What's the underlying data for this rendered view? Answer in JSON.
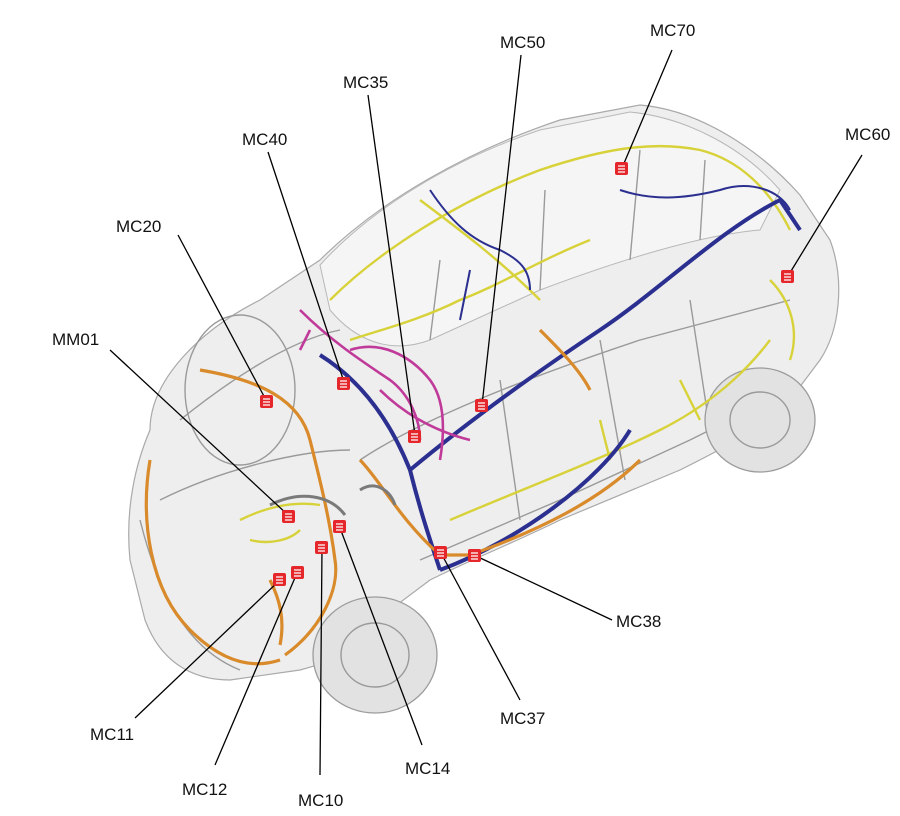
{
  "diagram": {
    "callouts": [
      {
        "id": "mc70",
        "label": "MC70"
      },
      {
        "id": "mc50",
        "label": "MC50"
      },
      {
        "id": "mc35",
        "label": "MC35"
      },
      {
        "id": "mc40",
        "label": "MC40"
      },
      {
        "id": "mc60",
        "label": "MC60"
      },
      {
        "id": "mc20",
        "label": "MC20"
      },
      {
        "id": "mm01",
        "label": "MM01"
      },
      {
        "id": "mc38",
        "label": "MC38"
      },
      {
        "id": "mc37",
        "label": "MC37"
      },
      {
        "id": "mc11",
        "label": "MC11"
      },
      {
        "id": "mc12",
        "label": "MC12"
      },
      {
        "id": "mc10",
        "label": "MC10"
      },
      {
        "id": "mc14",
        "label": "MC14"
      }
    ],
    "harness_colors": {
      "yellow": "#d8d23a",
      "blue": "#2b2f8f",
      "orange": "#d98a2a",
      "pink": "#c03a9a",
      "connector_marker": "#e5262b"
    },
    "icon": "connector-marker-icon"
  }
}
